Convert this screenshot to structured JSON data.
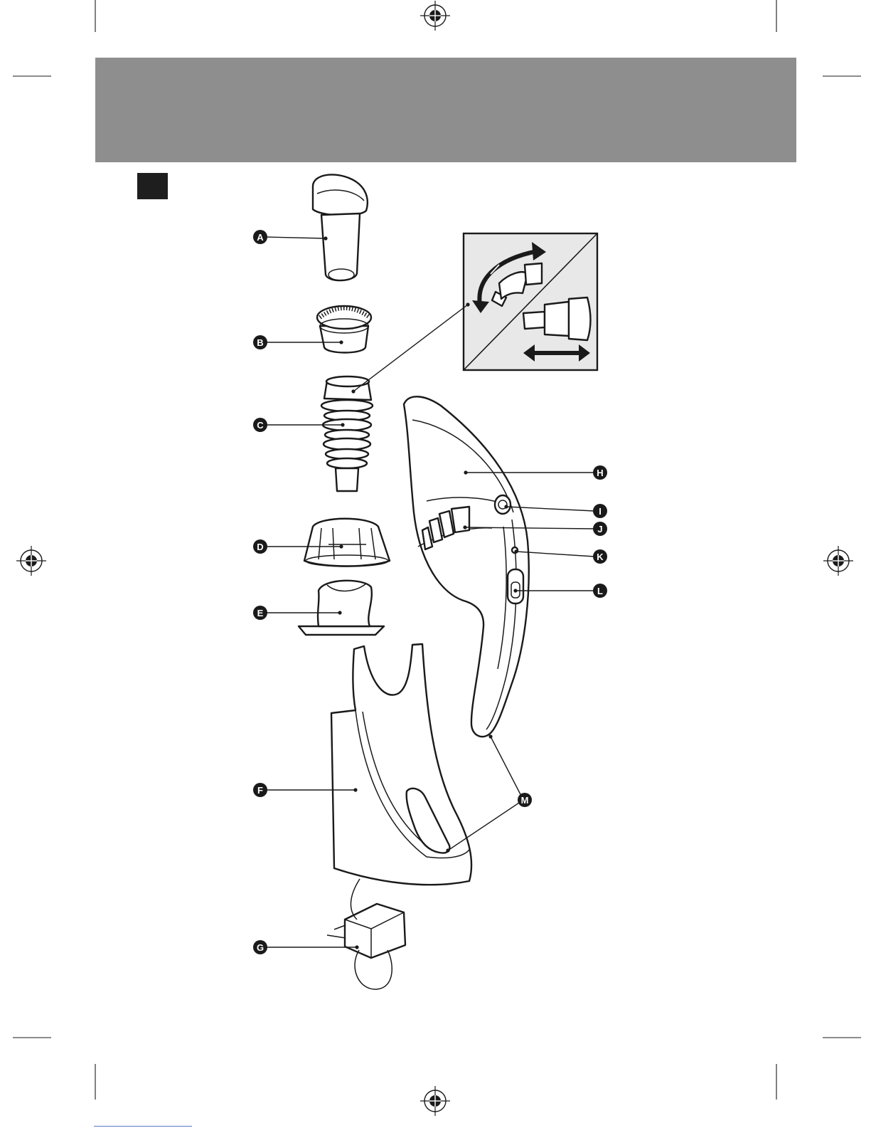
{
  "labels": {
    "A": "A",
    "B": "B",
    "C": "C",
    "D": "D",
    "E": "E",
    "F": "F",
    "G": "G",
    "H": "H",
    "I": "I",
    "J": "J",
    "K": "K",
    "L": "L",
    "M": "M"
  },
  "icons": {
    "rotate": "curved-double-arrow-icon",
    "slide": "horizontal-double-arrow-icon"
  },
  "colors": {
    "header_band": "#8f8e8e",
    "section_marker": "#1e1e1e",
    "inset_panel": "#e8e8e8",
    "line": "#1a1a1a"
  }
}
